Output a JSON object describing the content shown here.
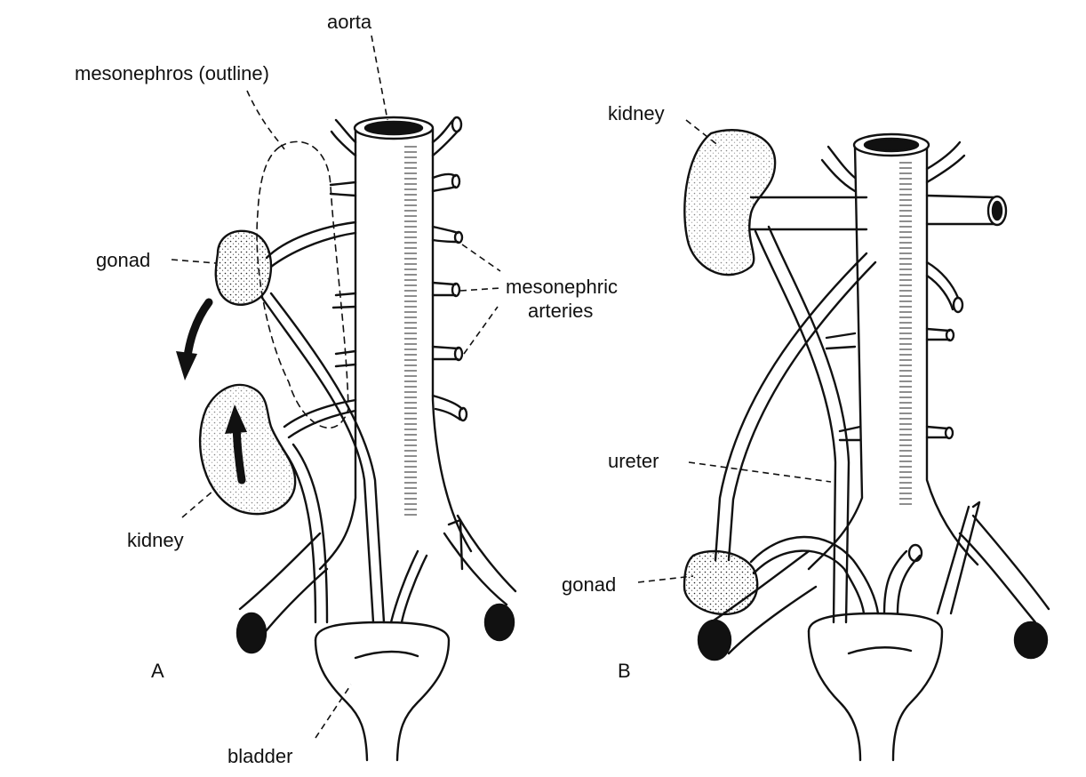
{
  "panel_a": {
    "letter": "A",
    "labels": {
      "aorta": "aorta",
      "mesonephros": "mesonephros (outline)",
      "gonad": "gonad",
      "mesonephric_line1": "mesonephric",
      "mesonephric_line2": "arteries",
      "kidney": "kidney",
      "bladder": "bladder"
    }
  },
  "panel_b": {
    "letter": "B",
    "labels": {
      "kidney": "kidney",
      "ureter": "ureter",
      "gonad": "gonad"
    }
  },
  "colors": {
    "ink": "#111111",
    "paper": "#ffffff"
  }
}
